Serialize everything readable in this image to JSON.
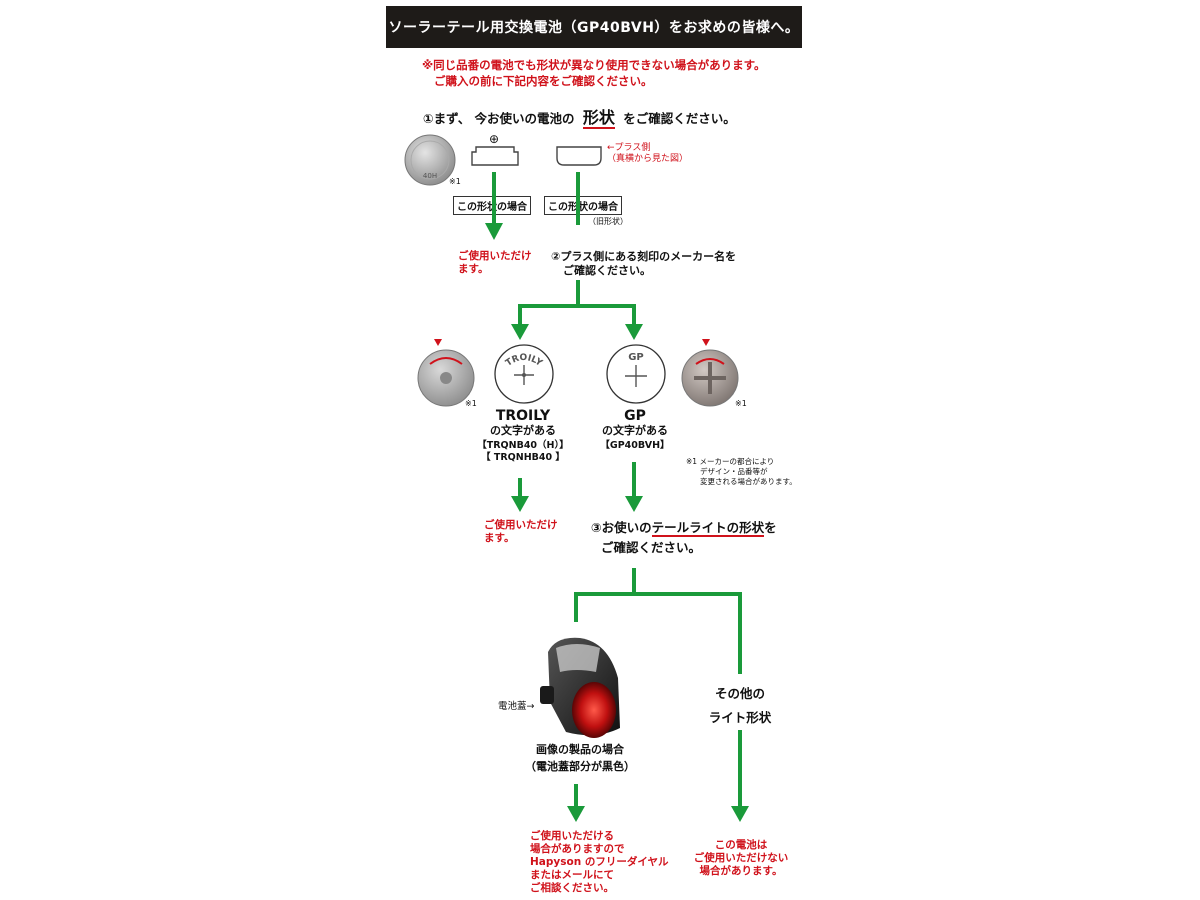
{
  "banner": "ソーラーテール用交換電池（GP40BVH）をお求めの皆様へ。",
  "warning": {
    "line1": "※同じ品番の電池でも形状が異なり使用できない場合があります。",
    "line2": "ご購入の前に下記内容をご確認ください。"
  },
  "step1": {
    "prefix": "①まず、 今お使いの電池の",
    "emph": "形状",
    "suffix": "をご確認ください。"
  },
  "shape_top": {
    "plus_symbol": "⊕",
    "plus_side_note_1": "←プラス側",
    "plus_side_note_2": "（真横から見た図）",
    "note_ref": "※1",
    "box_left": "この形状の場合",
    "box_right": "この形状の場合",
    "old_shape": "（旧形状）",
    "coin_text": "40H"
  },
  "result_ok_1": {
    "line1": "ご使用いただけ",
    "line2": "ます。"
  },
  "step2": {
    "line1": "②プラス側にある刻印のメーカー名を",
    "line2": "ご確認ください。"
  },
  "makers": {
    "note_left": "※1",
    "note_right": "※1",
    "troily_logo": "TROILY",
    "gp_logo": "GP",
    "troily_title": "TROILY",
    "troily_sub": "の文字がある",
    "troily_models_1": "【TRQNB40（H）】",
    "troily_models_2": "【 TRQNHB40 】",
    "gp_title": "GP",
    "gp_sub": "の文字がある",
    "gp_model": "【GP40BVH】",
    "footnote_1": "※1 メーカーの都合により",
    "footnote_2": "デザイン・品番等が",
    "footnote_3": "変更される場合があります。"
  },
  "result_ok_2": {
    "line1": "ご使用いただけ",
    "line2": "ます。"
  },
  "step3": {
    "prefix": "③お使いの",
    "emph": "テールライトの形状",
    "suffix": "を",
    "line2": "ご確認ください。"
  },
  "light": {
    "cover_label": "電池蓋→",
    "caption_1": "画像の製品の場合",
    "caption_2": "（電池蓋部分が黒色）"
  },
  "other_light": {
    "line1": "その他の",
    "line2": "ライト形状"
  },
  "result_contact": {
    "line1": "ご使用いただける",
    "line2": "場合がありますので",
    "line3": "Hapyson のフリーダイヤル",
    "line4": "またはメールにて",
    "line5": "ご相談ください。"
  },
  "result_ng": {
    "line1": "この電池は",
    "line2": "ご使用いただけない",
    "line3": "場合があります。"
  },
  "colors": {
    "arrow_green": "#1a9a3a",
    "accent_red": "#d0121b",
    "banner_bg": "#1e1b18"
  }
}
